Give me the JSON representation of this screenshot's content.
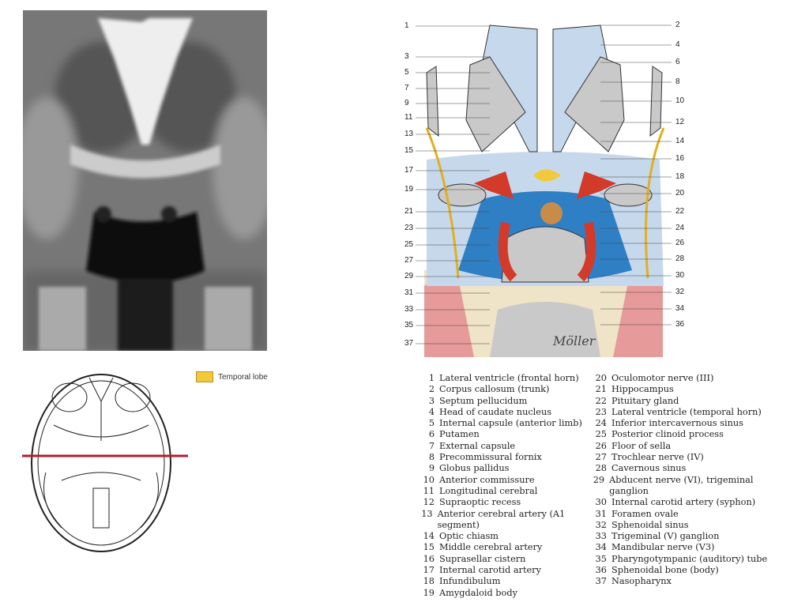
{
  "legend_key": {
    "label": "Temporal lobe",
    "color": "#f2c93a"
  },
  "diagram_numbers_left": [
    "1",
    "3",
    "5",
    "7",
    "9",
    "11",
    "13",
    "15",
    "17",
    "19",
    "21",
    "23",
    "25",
    "27",
    "29",
    "31",
    "33",
    "35",
    "37"
  ],
  "diagram_numbers_right": [
    "2",
    "4",
    "6",
    "8",
    "10",
    "12",
    "14",
    "16",
    "18",
    "20",
    "22",
    "24",
    "26",
    "28",
    "30",
    "32",
    "34",
    "36"
  ],
  "signature": "Möller",
  "legend_col1": [
    {
      "n": "1",
      "t": "Lateral ventricle (frontal horn)"
    },
    {
      "n": "2",
      "t": "Corpus callosum (trunk)"
    },
    {
      "n": "3",
      "t": "Septum pellucidum"
    },
    {
      "n": "4",
      "t": "Head of caudate nucleus"
    },
    {
      "n": "5",
      "t": "Internal capsule (anterior limb)"
    },
    {
      "n": "6",
      "t": "Putamen"
    },
    {
      "n": "7",
      "t": "External capsule"
    },
    {
      "n": "8",
      "t": "Precommissural fornix"
    },
    {
      "n": "9",
      "t": "Globus pallidus"
    },
    {
      "n": "10",
      "t": "Anterior commissure"
    },
    {
      "n": "11",
      "t": "Longitudinal cerebral"
    },
    {
      "n": "12",
      "t": "Supraoptic recess"
    },
    {
      "n": "13",
      "t": "Anterior cerebral artery (A1 segment)"
    },
    {
      "n": "14",
      "t": "Optic chiasm"
    },
    {
      "n": "15",
      "t": "Middle cerebral artery"
    },
    {
      "n": "16",
      "t": "Suprasellar cistern"
    },
    {
      "n": "17",
      "t": "Internal carotid artery"
    },
    {
      "n": "18",
      "t": "Infundibulum"
    },
    {
      "n": "19",
      "t": "Amygdaloid body"
    }
  ],
  "legend_col2": [
    {
      "n": "20",
      "t": "Oculomotor nerve (III)"
    },
    {
      "n": "21",
      "t": "Hippocampus"
    },
    {
      "n": "22",
      "t": "Pituitary gland"
    },
    {
      "n": "23",
      "t": "Lateral ventricle (temporal horn)"
    },
    {
      "n": "24",
      "t": "Inferior intercavernous sinus"
    },
    {
      "n": "25",
      "t": "Posterior clinoid process"
    },
    {
      "n": "26",
      "t": "Floor of sella"
    },
    {
      "n": "27",
      "t": "Trochlear nerve (IV)"
    },
    {
      "n": "28",
      "t": "Cavernous sinus"
    },
    {
      "n": "29",
      "t": "Abducent nerve (VI), trigeminal ganglion"
    },
    {
      "n": "30",
      "t": "Internal carotid artery (syphon)"
    },
    {
      "n": "31",
      "t": "Foramen ovale"
    },
    {
      "n": "32",
      "t": "Sphenoidal sinus"
    },
    {
      "n": "33",
      "t": "Trigeminal (V) ganglion"
    },
    {
      "n": "34",
      "t": "Mandibular nerve (V3)"
    },
    {
      "n": "35",
      "t": "Pharyngotympanic (auditory) tube"
    },
    {
      "n": "36",
      "t": "Sphenoidal bone (body)"
    },
    {
      "n": "37",
      "t": "Nasopharynx"
    }
  ]
}
